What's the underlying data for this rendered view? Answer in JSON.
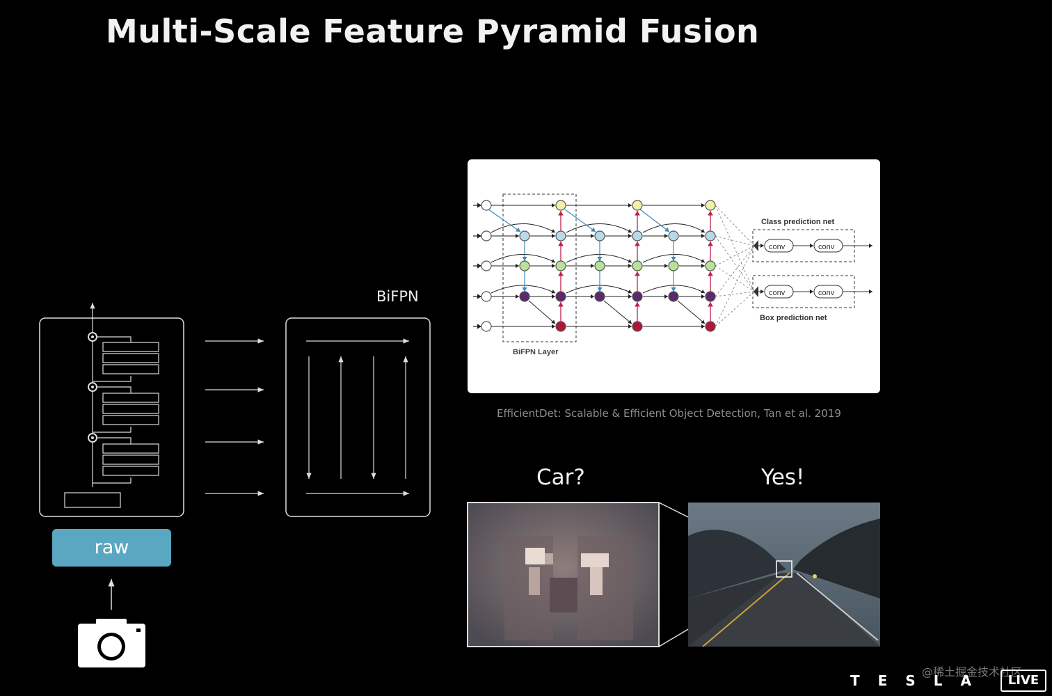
{
  "slide": {
    "title": "Multi-Scale Feature Pyramid Fusion",
    "bifpn_label": "BiFPN",
    "raw_label": "raw",
    "camera_icon": "camera-icon"
  },
  "figure": {
    "class_net_label": "Class prediction net",
    "box_net_label": "Box prediction net",
    "layer_label": "BiFPN Layer",
    "conv_label": "conv",
    "caption": "EfficientDet: Scalable & Efficient Object Detection, Tan et al. 2019"
  },
  "detection": {
    "question": "Car?",
    "answer": "Yes!"
  },
  "footer": {
    "watermark": "@稀土掘金技术社区",
    "brand": "TESLA",
    "live": "LIVE"
  },
  "colors": {
    "raw_box": "#5aa7c2",
    "node_yellow": "#f3f1a6",
    "node_blue": "#b9d9e8",
    "node_green": "#b6e29a",
    "node_purple": "#5a2a6b",
    "node_red": "#b01638"
  }
}
